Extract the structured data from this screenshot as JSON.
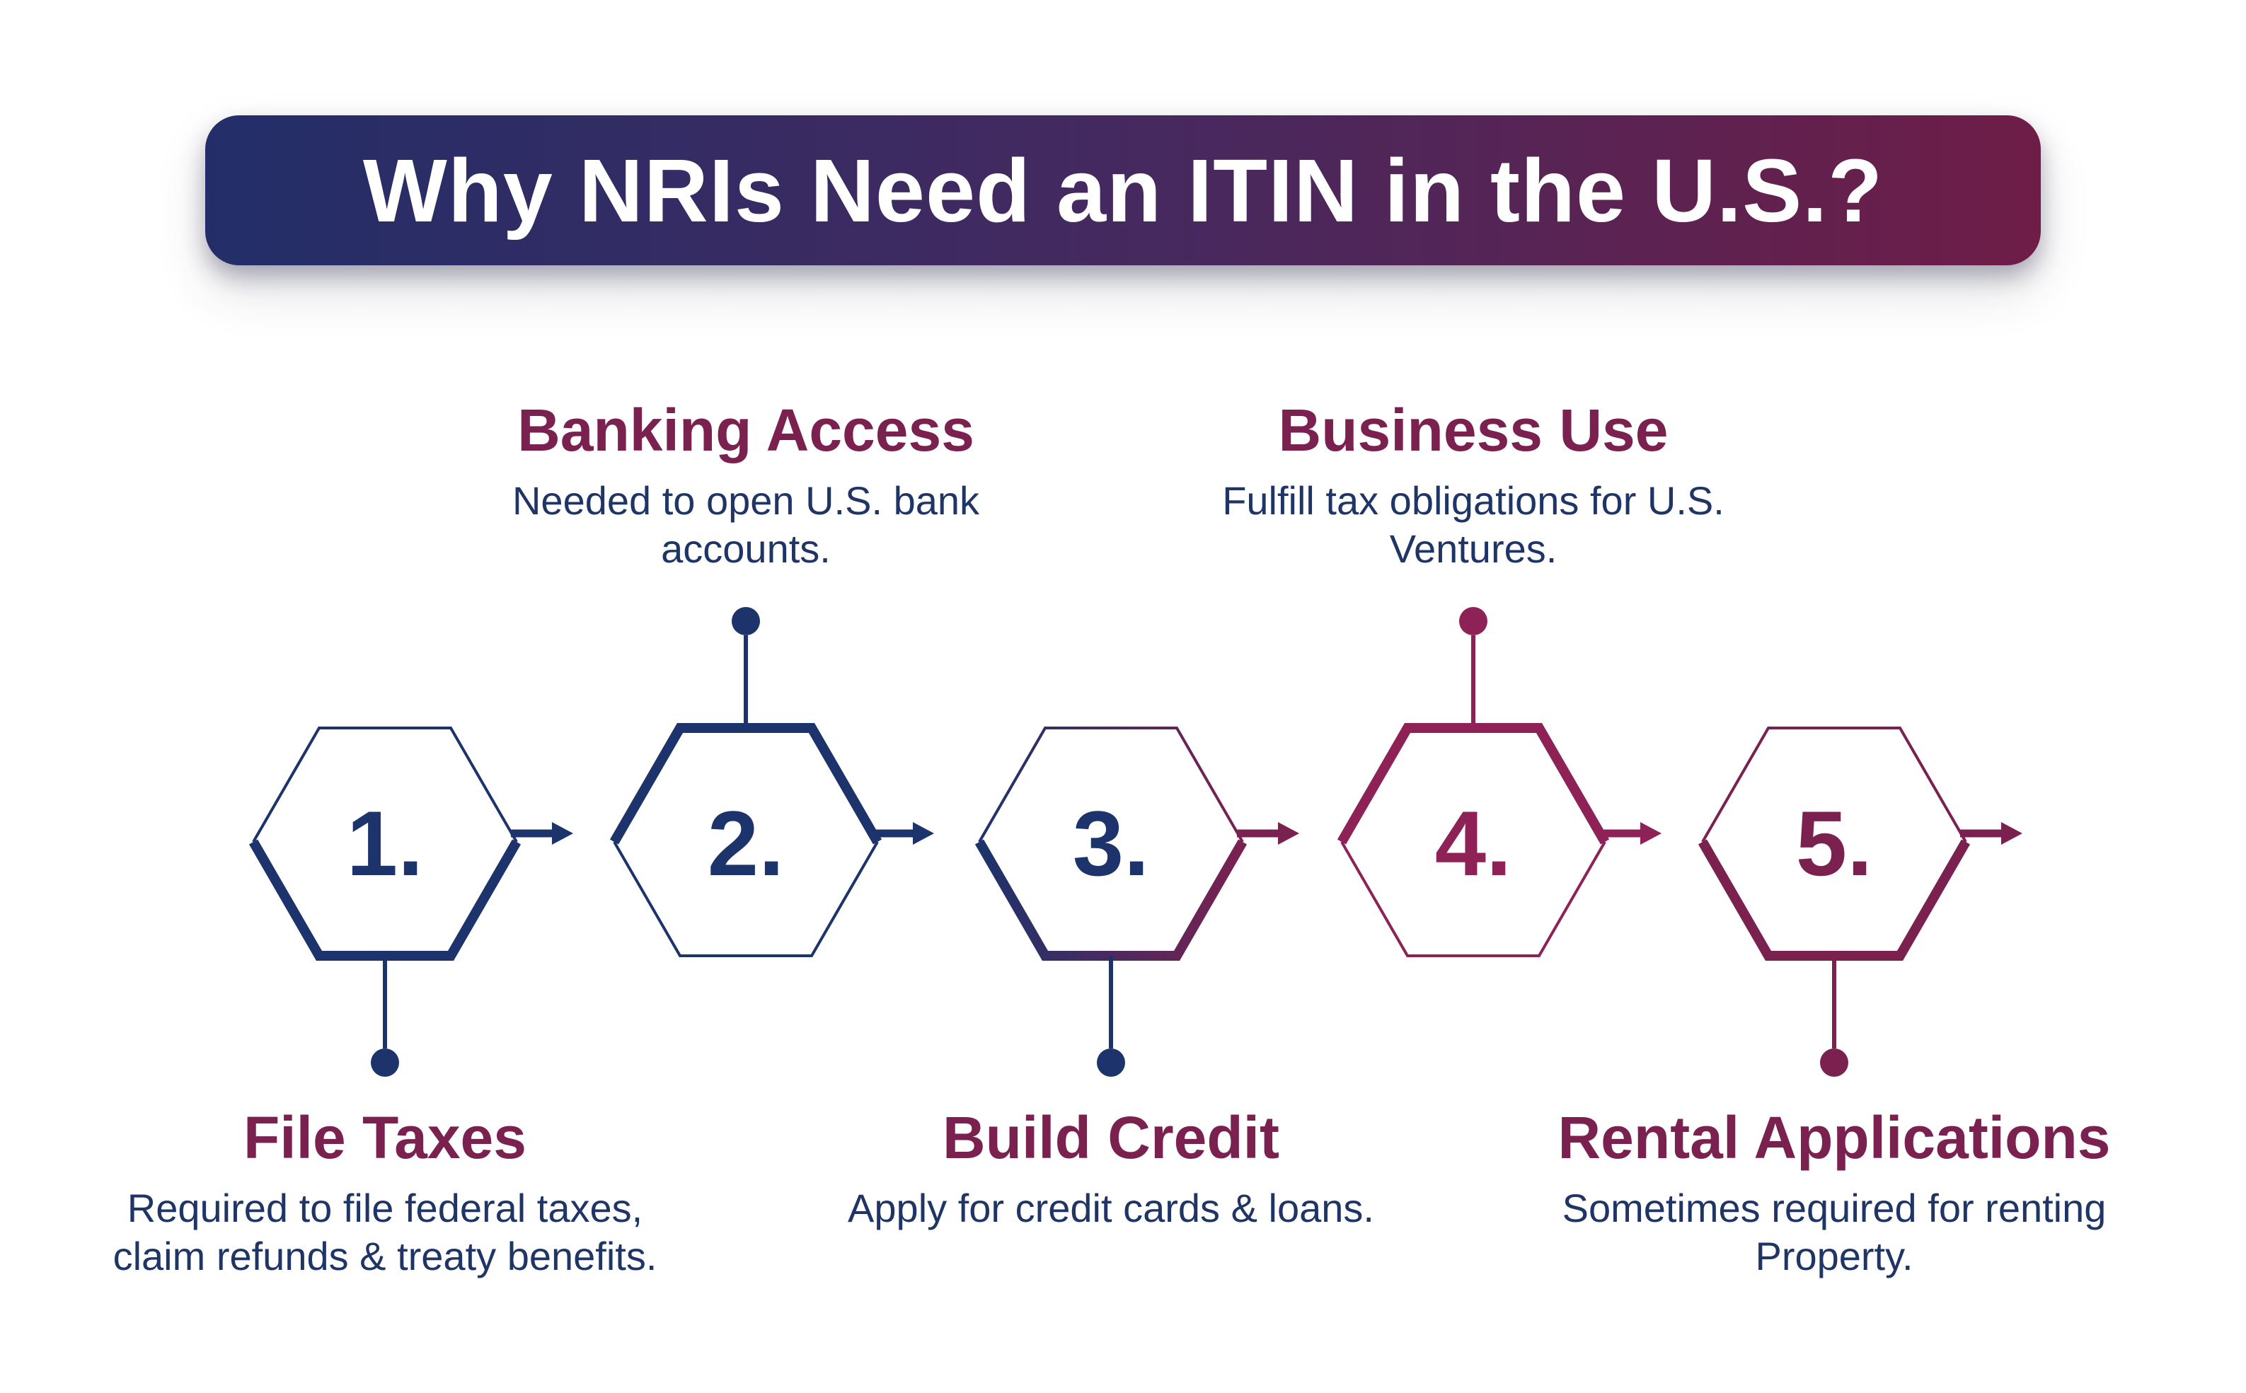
{
  "title": {
    "text": "Why NRIs Need an ITIN in the U.S.?"
  },
  "colors": {
    "navy": "#1C336B",
    "navy_text": "#1F3566",
    "maroon": "#7A2150",
    "crimson": "#8E2256",
    "banner_gradient_left": "#232E68",
    "banner_gradient_mid": "#46295F",
    "banner_gradient_right": "#6E1D47",
    "title_text": "#FFFFFF",
    "background": "#FFFFFF"
  },
  "steps": [
    {
      "number": "1.",
      "heading": "File Taxes",
      "desc_line1": "Required to file federal taxes,",
      "desc_line2": "claim refunds & treaty benefits.",
      "label_position": "below"
    },
    {
      "number": "2.",
      "heading": "Banking Access",
      "desc_line1": "Needed to open U.S. bank",
      "desc_line2": "accounts.",
      "label_position": "above"
    },
    {
      "number": "3.",
      "heading": "Build Credit",
      "desc_line1": "Apply for credit cards & loans.",
      "desc_line2": "",
      "label_position": "below"
    },
    {
      "number": "4.",
      "heading": "Business Use",
      "desc_line1": "Fulfill tax obligations for U.S.",
      "desc_line2": "Ventures.",
      "label_position": "above"
    },
    {
      "number": "5.",
      "heading": "Rental Applications",
      "desc_line1": "Sometimes required for renting",
      "desc_line2": "Property.",
      "label_position": "below"
    }
  ]
}
